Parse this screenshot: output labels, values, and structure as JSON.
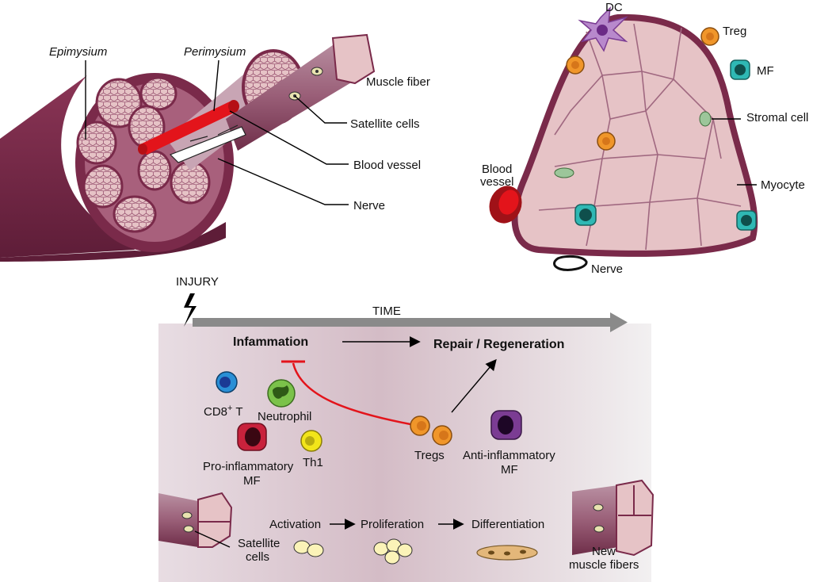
{
  "muscle_anatomy": {
    "labels": {
      "epimysium": "Epimysium",
      "perimysium": "Perimysium",
      "muscle_fiber": "Muscle fiber",
      "satellite_cells": "Satellite cells",
      "blood_vessel": "Blood vessel",
      "nerve": "Nerve"
    }
  },
  "cross_section": {
    "labels": {
      "dc": "DC",
      "treg": "Treg",
      "mf": "MF",
      "stromal_cell": "Stromal cell",
      "blood_vessel_line1": "Blood",
      "blood_vessel_line2": "vessel",
      "myocyte": "Myocyte",
      "nerve": "Nerve"
    }
  },
  "timeline": {
    "injury": "INJURY",
    "time": "TIME",
    "inflammation": "Infammation",
    "repair": "Repair / Regeneration",
    "cd8_t_base": "CD8",
    "cd8_t_sup": "+",
    "cd8_t_suffix": " T",
    "neutrophil": "Neutrophil",
    "pro_mf_line1": "Pro-inflammatory",
    "pro_mf_line2": "MF",
    "th1": "Th1",
    "tregs": "Tregs",
    "anti_mf_line1": "Anti-inflammatory",
    "anti_mf_line2": "MF",
    "satellite_line1": "Satellite",
    "satellite_line2": "cells",
    "activation": "Activation",
    "proliferation": "Proliferation",
    "differentiation": "Differentiation",
    "new_fibers_line1": "New",
    "new_fibers_line2": "muscle fibers"
  },
  "colors": {
    "muscle_dark": "#7a2a4a",
    "muscle_light": "#e8c4c6",
    "vessel_red": "#e3141b",
    "treg_orange": "#f0962a",
    "mf_teal": "#2fb8b4",
    "dc_purple": "#a86bc0",
    "neutrophil_green": "#6cb33f",
    "th1_yellow": "#f2e51a",
    "cd8_blue": "#2a8fd6",
    "pro_mf_red": "#c8223c",
    "anti_mf_purple": "#7b3c93",
    "time_arrow": "#8a8a8a"
  }
}
